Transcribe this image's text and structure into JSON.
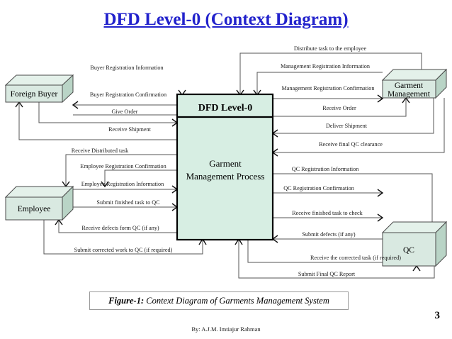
{
  "slide": {
    "title": "DFD Level-0 (Context Diagram)",
    "page_number": "3",
    "footer": "By: A.J.M. Imtiajur Rahman",
    "caption_prefix": "Figure-1:",
    "caption_text": " Context Diagram of Garments Management System",
    "title_color": "#2222cc",
    "entity_fill": "#d9e9e1",
    "process_fill": "#d7eee3",
    "connector_color": "#555555"
  },
  "chart_data": {
    "type": "diagram",
    "diagram_kind": "data-flow-diagram-level-0",
    "process": {
      "id": "process",
      "header": "DFD Level-0",
      "body_line1": "Garment",
      "body_line2": "Management Process"
    },
    "entities": [
      {
        "id": "foreign-buyer",
        "label": "Foreign Buyer",
        "position": "top-left"
      },
      {
        "id": "employee",
        "label": "Employee",
        "position": "bottom-left"
      },
      {
        "id": "garment-management",
        "label_line1": "Garment",
        "label_line2": "Management",
        "position": "top-right"
      },
      {
        "id": "qc",
        "label": "QC",
        "position": "bottom-right"
      }
    ],
    "flows": [
      {
        "id": "f1",
        "label": "Buyer Registration Information",
        "from": "foreign-buyer",
        "to": "process"
      },
      {
        "id": "f2",
        "label": "Buyer Registration Confirmation",
        "from": "process",
        "to": "foreign-buyer"
      },
      {
        "id": "f3",
        "label": "Give Order",
        "from": "foreign-buyer",
        "to": "process"
      },
      {
        "id": "f4",
        "label": "Receive Shipment",
        "from": "process",
        "to": "foreign-buyer"
      },
      {
        "id": "f5",
        "label": "Distribute task  to the employee",
        "from": "garment-management",
        "to": "process"
      },
      {
        "id": "f6",
        "label": "Management Registration Information",
        "from": "garment-management",
        "to": "process"
      },
      {
        "id": "f7",
        "label": "Management Registration Confirmation",
        "from": "process",
        "to": "garment-management"
      },
      {
        "id": "f8",
        "label": "Receive Order",
        "from": "process",
        "to": "garment-management"
      },
      {
        "id": "f9",
        "label": "Deliver Shipment",
        "from": "garment-management",
        "to": "process"
      },
      {
        "id": "f10",
        "label": "Receive final QC clearance",
        "from": "garment-management",
        "to": "process"
      },
      {
        "id": "f11",
        "label": "Receive Distributed task",
        "from": "process",
        "to": "employee"
      },
      {
        "id": "f12",
        "label": "Employee Registration Confirmation",
        "from": "process",
        "to": "employee"
      },
      {
        "id": "f13",
        "label": "Employee Registration Information",
        "from": "employee",
        "to": "process"
      },
      {
        "id": "f14",
        "label": "Submit finished task to QC",
        "from": "employee",
        "to": "process"
      },
      {
        "id": "f15",
        "label": "Receive defects form QC (if any)",
        "from": "process",
        "to": "employee"
      },
      {
        "id": "f16",
        "label": "Submit corrected work to QC (if required)",
        "from": "employee",
        "to": "process"
      },
      {
        "id": "f17",
        "label": "QC Registration Information",
        "from": "qc",
        "to": "process"
      },
      {
        "id": "f18",
        "label": "QC Registration Confirmation",
        "from": "process",
        "to": "qc"
      },
      {
        "id": "f19",
        "label": "Receive finished task to check",
        "from": "process",
        "to": "qc"
      },
      {
        "id": "f20",
        "label": "Submit defects (if any)",
        "from": "qc",
        "to": "process"
      },
      {
        "id": "f21",
        "label": "Receive the corrected task (if required)",
        "from": "process",
        "to": "qc"
      },
      {
        "id": "f22",
        "label": "Submit Final QC  Report",
        "from": "qc",
        "to": "process"
      }
    ]
  }
}
